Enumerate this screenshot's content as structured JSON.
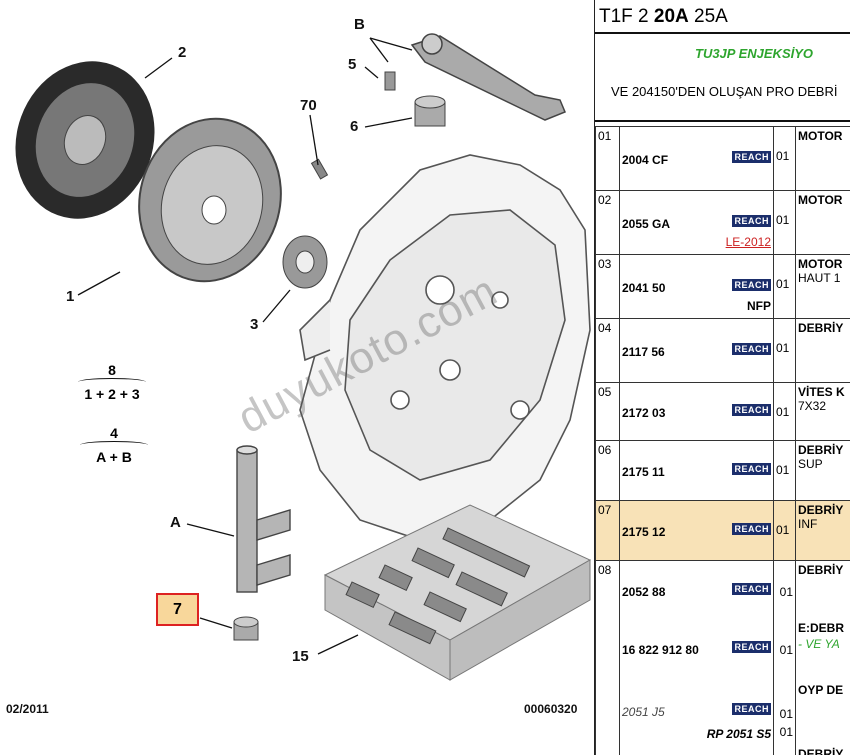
{
  "diagram": {
    "labels": {
      "l1": "1",
      "l2": "2",
      "l3": "3",
      "l5": "5",
      "l6": "6",
      "l70": "70",
      "lB": "B",
      "lA": "A",
      "l7": "7",
      "l15": "15"
    },
    "sets": [
      {
        "top": "8",
        "bottom": "1 + 2 + 3"
      },
      {
        "top": "4",
        "bottom": "A + B"
      }
    ],
    "footer_date": "02/2011",
    "footer_code": "00060320",
    "watermark": "duyukoto.com"
  },
  "panel": {
    "title_a": "T1F 2 ",
    "title_b": "20A",
    "title_c": " 25A",
    "engine": "TU3JP ENJEKSİYO",
    "note": "VE 204150'DEN OLUŞAN PRO DEBRİ",
    "reach_label": "REACH",
    "rows": [
      {
        "idx": "01",
        "ref": "2004 CF",
        "qty": "01",
        "desc": "MOTOR",
        "desc2": "",
        "sub": "",
        "link": ""
      },
      {
        "idx": "02",
        "ref": "2055 GA",
        "qty": "01",
        "desc": "MOTOR",
        "desc2": "",
        "sub": "",
        "link": "LE-2012"
      },
      {
        "idx": "03",
        "ref": "2041 50",
        "qty": "01",
        "desc": "MOTOR",
        "desc2": "HAUT 1",
        "sub": "NFP",
        "link": ""
      },
      {
        "idx": "04",
        "ref": "2117 56",
        "qty": "01",
        "desc": "DEBRİY",
        "desc2": "",
        "sub": "",
        "link": ""
      },
      {
        "idx": "05",
        "ref": "2172 03",
        "qty": "01",
        "desc": "VİTES K",
        "desc2": "7X32",
        "sub": "",
        "link": ""
      },
      {
        "idx": "06",
        "ref": "2175 11",
        "qty": "01",
        "desc": "DEBRİY",
        "desc2": "SUP",
        "sub": "",
        "link": ""
      },
      {
        "idx": "07",
        "ref": "2175 12",
        "qty": "01",
        "desc": "DEBRİY",
        "desc2": "INF",
        "sub": "",
        "link": ""
      }
    ],
    "row08": {
      "idx": "08",
      "ref_a": "2052 88",
      "qty_a": "01",
      "desc_a": "DEBRİY",
      "ref_b": "16 822 912 80",
      "qty_b": "01",
      "desc_b": "E:DEBR",
      "desc_b2": "- VE YA",
      "ref_c": "2051 J5",
      "qty_c": "01",
      "desc_c": "OYP DE",
      "ref_d": "RP 2051 S5",
      "qty_d": "01",
      "desc_next": "DEBRİY"
    }
  }
}
